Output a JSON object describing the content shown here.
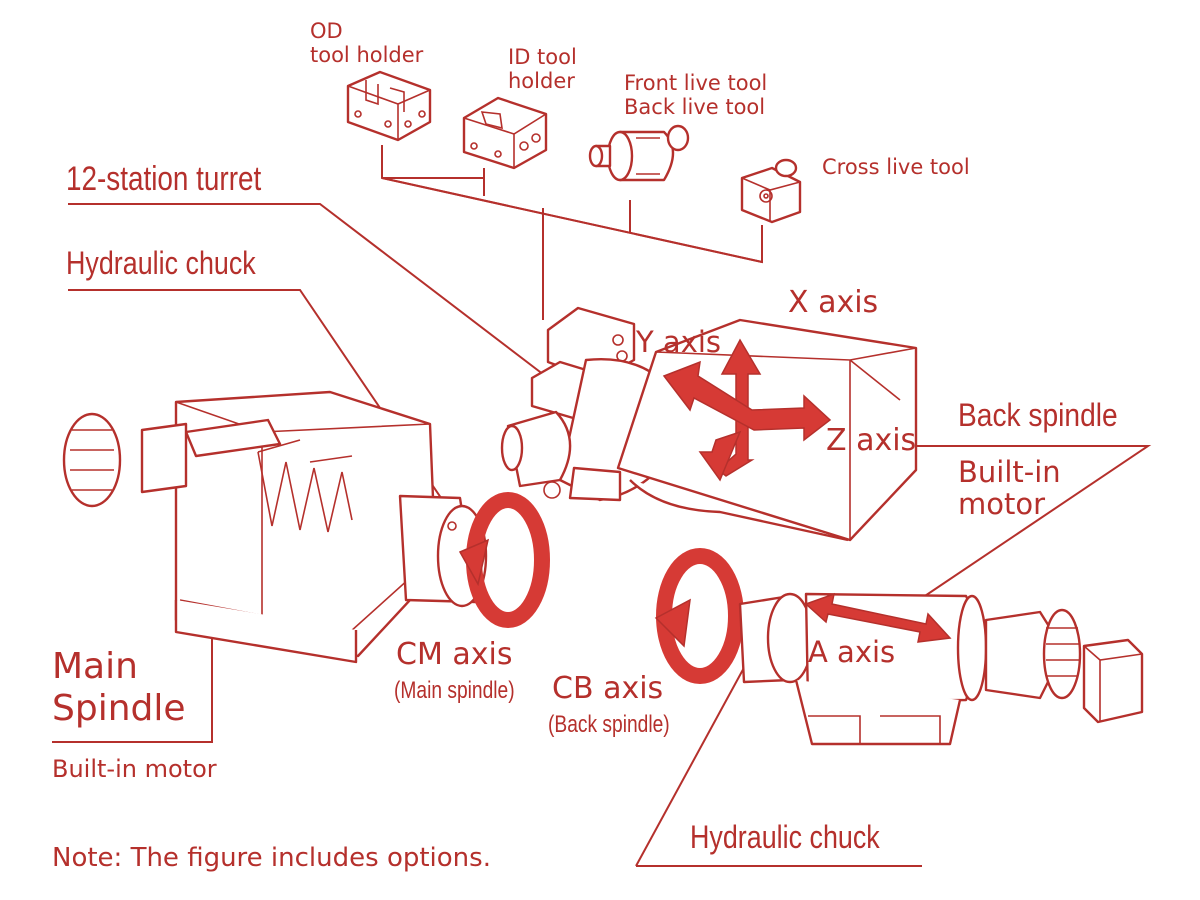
{
  "tools": {
    "od_holder": "OD\ntool holder",
    "id_holder": "ID tool\nholder",
    "front_back_live": "Front live tool\nBack live tool",
    "cross_live": "Cross live tool"
  },
  "labels": {
    "turret": "12-station turret",
    "hydraulic_chuck_main": "Hydraulic chuck",
    "x_axis": "X axis",
    "y_axis": "Y axis",
    "z_axis": "Z axis",
    "back_spindle": "Back spindle",
    "builtin_motor_back": "Built-in\nmotor",
    "main_spindle": "Main\nSpindle",
    "builtin_motor_main": "Built-in motor",
    "cm_axis": "CM axis",
    "cm_sub": "(Main spindle)",
    "cb_axis": "CB axis",
    "cb_sub": "(Back spindle)",
    "a_axis": "A axis",
    "hydraulic_chuck_back": "Hydraulic chuck",
    "note": "Note: The figure includes options."
  },
  "colors": {
    "accent": "#b5302c",
    "arrow": "#d63a35",
    "background": "#ffffff"
  }
}
